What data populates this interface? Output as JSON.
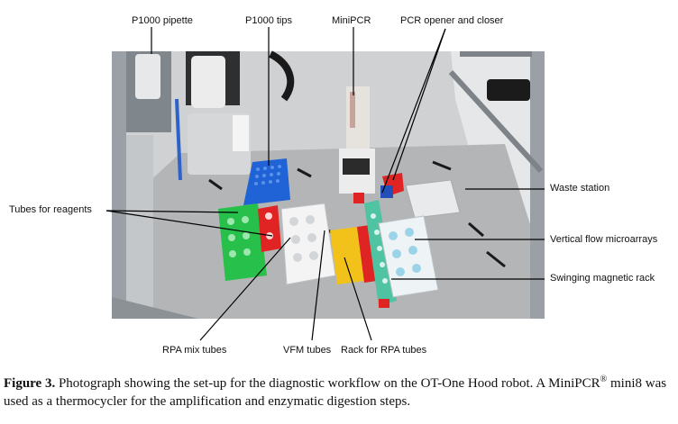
{
  "labels": {
    "pipette": "P1000 pipette",
    "tips": "P1000 tips",
    "minipcr": "MiniPCR",
    "opener": "PCR opener and closer",
    "reagents": "Tubes for reagents",
    "waste": "Waste station",
    "vfm_arrays": "Vertical flow microarrays",
    "magnetic": "Swinging magnetic rack",
    "rpa_mix": "RPA mix tubes",
    "vfm_tubes": "VFM tubes",
    "rpa_rack": "Rack for RPA tubes"
  },
  "caption": {
    "label": "Figure 3.",
    "text_before": " Photograph showing the set-up for the diagnostic workflow on the OT-One Hood robot. A MiniPCR",
    "superscript": "®",
    "text_after": " mini8 was used as a thermocycler for the amplification and enzymatic digestion steps."
  },
  "colors": {
    "rack_green": "#27c04a",
    "tips_blue": "#1f63d6",
    "accent_red": "#e02424",
    "rack_yellow": "#f2c21a",
    "magnet_teal": "#4fc3a2"
  }
}
